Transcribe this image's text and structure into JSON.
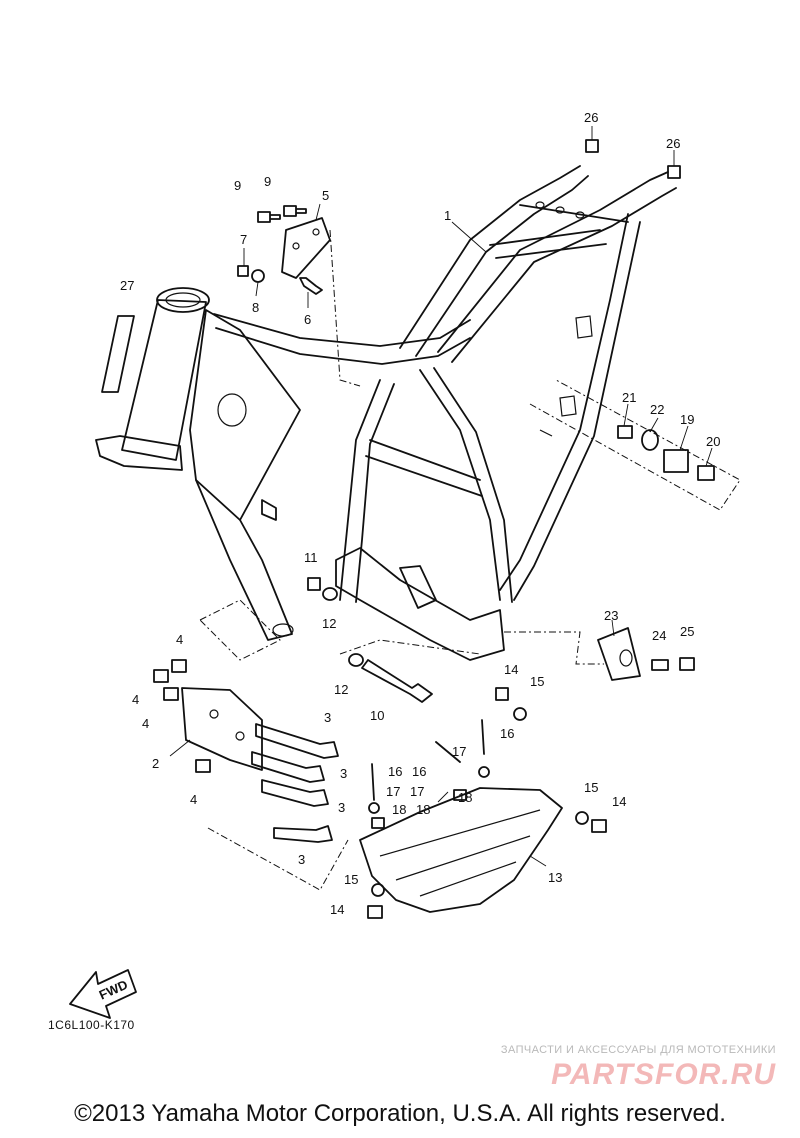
{
  "diagram": {
    "parts": [
      {
        "ref": "1",
        "label": "1",
        "name": "frame"
      },
      {
        "ref": "2",
        "label": "2",
        "name": "engine-bracket"
      },
      {
        "ref": "3",
        "label": "3",
        "name": "bolt"
      },
      {
        "ref": "4",
        "label": "4",
        "name": "nut"
      },
      {
        "ref": "5",
        "label": "5",
        "name": "plate"
      },
      {
        "ref": "6",
        "label": "6",
        "name": "bolt"
      },
      {
        "ref": "7",
        "label": "7",
        "name": "nut"
      },
      {
        "ref": "8",
        "label": "8",
        "name": "washer"
      },
      {
        "ref": "9",
        "label": "9",
        "name": "bolt"
      },
      {
        "ref": "10",
        "label": "10",
        "name": "pivot-bolt"
      },
      {
        "ref": "11",
        "label": "11",
        "name": "nut"
      },
      {
        "ref": "12",
        "label": "12",
        "name": "washer"
      },
      {
        "ref": "13",
        "label": "13",
        "name": "skid-plate-guard"
      },
      {
        "ref": "14",
        "label": "14",
        "name": "bolt"
      },
      {
        "ref": "15",
        "label": "15",
        "name": "washer"
      },
      {
        "ref": "16",
        "label": "16",
        "name": "bolt"
      },
      {
        "ref": "17",
        "label": "17",
        "name": "washer"
      },
      {
        "ref": "18",
        "label": "18",
        "name": "nut"
      },
      {
        "ref": "19",
        "label": "19",
        "name": "collar"
      },
      {
        "ref": "20",
        "label": "20",
        "name": "bolt"
      },
      {
        "ref": "21",
        "label": "21",
        "name": "bolt"
      },
      {
        "ref": "22",
        "label": "22",
        "name": "washer"
      },
      {
        "ref": "23",
        "label": "23",
        "name": "damper"
      },
      {
        "ref": "24",
        "label": "24",
        "name": "collar"
      },
      {
        "ref": "25",
        "label": "25",
        "name": "bolt"
      },
      {
        "ref": "26",
        "label": "26",
        "name": "cap"
      },
      {
        "ref": "27",
        "label": "27",
        "name": "label"
      }
    ],
    "fwd_arrow": {
      "label": "FWD",
      "icon": "fwd-arrow-icon"
    },
    "diagram_code": "1C6L100-K170",
    "copyright": "©2013 Yamaha Motor Corporation, U.S.A. All rights reserved."
  },
  "watermark": {
    "tagline": "ЗАПЧАСТИ И АКСЕССУАРЫ ДЛЯ МОТОТЕХНИКИ",
    "brand": "PARTSFOR.RU"
  }
}
